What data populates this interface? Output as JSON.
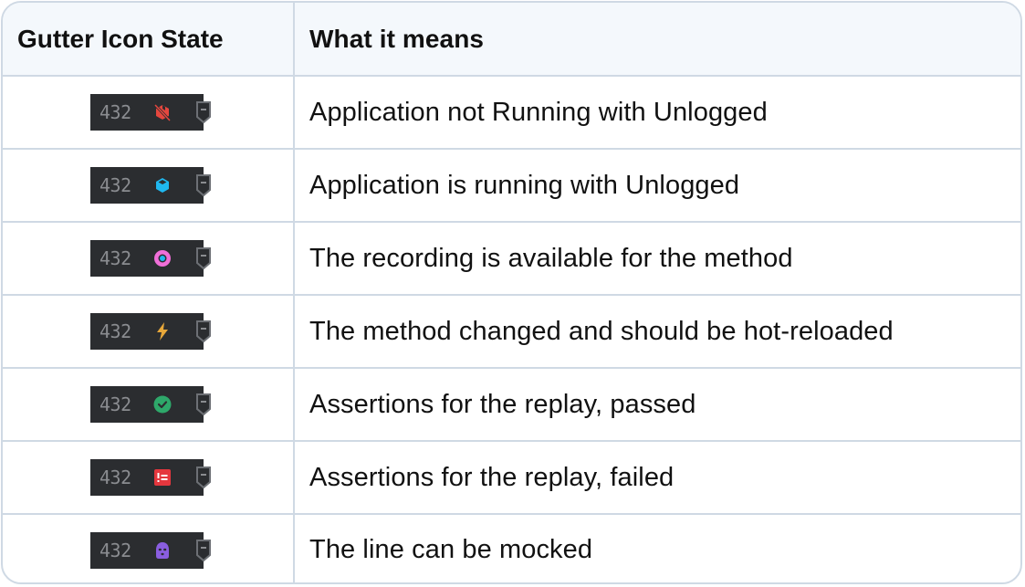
{
  "header": {
    "col1": "Gutter Icon State",
    "col2": "What it means"
  },
  "rows": [
    {
      "line_number": "432",
      "icon": "app-not-running-icon",
      "icon_color": "#e5473e",
      "meaning": "Application not Running with Unlogged"
    },
    {
      "line_number": "432",
      "icon": "app-running-cube-icon",
      "icon_color": "#1fb8f0",
      "meaning": "Application is running with Unlogged"
    },
    {
      "line_number": "432",
      "icon": "recording-available-icon",
      "icon_color": "#f06fd8",
      "meaning": "The recording is available for the method"
    },
    {
      "line_number": "432",
      "icon": "hot-reload-bolt-icon",
      "icon_color": "#e8a83a",
      "meaning": "The method changed and should be hot-reloaded"
    },
    {
      "line_number": "432",
      "icon": "assertion-passed-icon",
      "icon_color": "#2ea86a",
      "meaning": "Assertions for the replay, passed"
    },
    {
      "line_number": "432",
      "icon": "assertion-failed-icon",
      "icon_color": "#e5373e",
      "meaning": "Assertions for the replay, failed"
    },
    {
      "line_number": "432",
      "icon": "mock-mask-icon",
      "icon_color": "#8a5ee0",
      "meaning": "The line can be mocked"
    }
  ]
}
